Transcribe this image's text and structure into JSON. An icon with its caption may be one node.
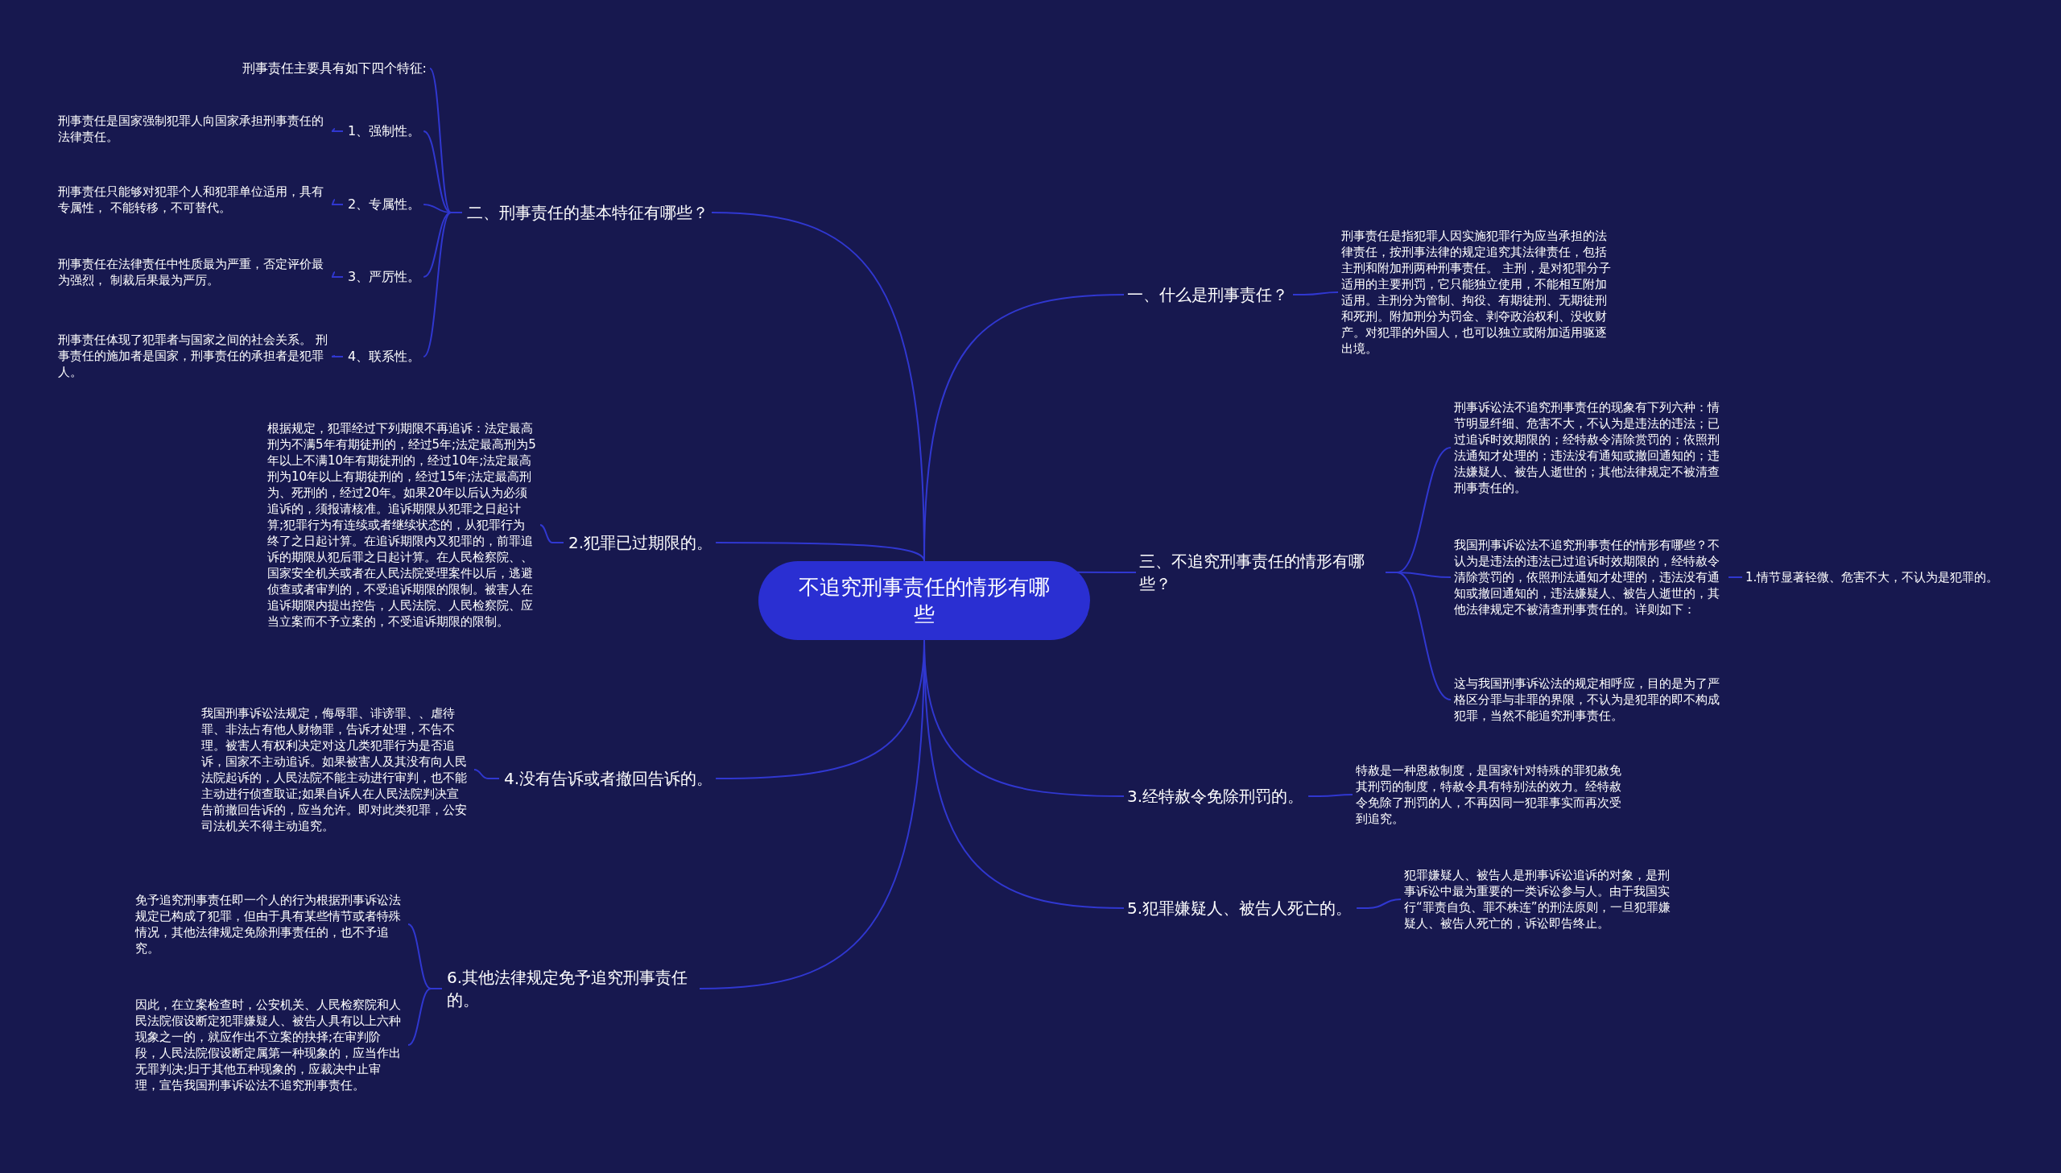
{
  "diagram": {
    "nodes": [
      {
        "text": [
          "不追究刑事责任的情形有哪些"
        ]
      },
      {
        "text": [
          "二、刑事责任的基本特征有哪些？"
        ]
      },
      {
        "text": [
          "刑事责任主要具有如下四个特征:"
        ]
      },
      {
        "text": [
          "1、强制性。"
        ]
      },
      {
        "text": [
          "刑事责任是国家强制犯罪人向国家承担刑事责任的法律责任。"
        ]
      },
      {
        "text": [
          "2、专属性。"
        ]
      },
      {
        "text": [
          "刑事责任只能够对犯罪个人和犯罪单位适用，具有专属性， 不能转移，不可替代。"
        ]
      },
      {
        "text": [
          "3、严厉性。"
        ]
      },
      {
        "text": [
          "刑事责任在法律责任中性质最为严重，否定评价最为强烈， 制裁后果最为严厉。"
        ]
      },
      {
        "text": [
          "4、联系性。"
        ]
      },
      {
        "text": [
          "刑事责任体现了犯罪者与国家之间的社会关系。 刑事责任的施加者是国家，刑事责任的承担者是犯罪人。"
        ]
      },
      {
        "text": [
          "一、什么是刑事责任？"
        ]
      },
      {
        "text": [
          "刑事责任是指犯罪人因实施犯罪行为应当承担的法律责任，按刑事法律的规定追究其法律责任，包括主刑和附加刑两种刑事责任。 主刑，是对犯罪分子适用的主要刑罚，它只能独立使用，不能相互附加适用。主刑分为管制、拘役、有期徒刑、无期徒刑和死刑。附加刑分为罚金、剥夺政治权利、没收财产。对犯罪的外国人，也可以独立或附加适用驱逐出境。"
        ]
      },
      {
        "text": [
          "三、不追究刑事责任的情形有哪些？"
        ]
      },
      {
        "text": [
          "刑事诉讼法不追究刑事责任的现象有下列六种：情节明显纤细、危害不大，不认为是违法的违法；已过追诉时效期限的；经特赦令清除赏罚的；依照刑法通知才处理的；违法没有通知或撤回通知的；违法嫌疑人、被告人逝世的；其他法律规定不被清查刑事责任的。"
        ]
      },
      {
        "text": [
          "我国刑事诉讼法不追究刑事责任的情形有哪些？不认为是违法的违法已过追诉时效期限的，经特赦令清除赏罚的，依照刑法通知才处理的，违法没有通知或撤回通知的，违法嫌疑人、被告人逝世的，其他法律规定不被清查刑事责任的。详则如下："
        ]
      },
      {
        "text": [
          "1.情节显著轻微、危害不大，不认为是犯罪的。"
        ]
      },
      {
        "text": [
          "这与我国刑事诉讼法的规定相呼应，目的是为了严格区分罪与非罪的界限，不认为是犯罪的即不构成犯罪，当然不能追究刑事责任。"
        ]
      },
      {
        "text": [
          "2.犯罪已过期限的。"
        ]
      },
      {
        "text": [
          "根据规定，犯罪经过下列期限不再追诉：法定最高刑为不满5年有期徒刑的，经过5年;法定最高刑为5年以上不满10年有期徒刑的，经过10年;法定最高刑为10年以上有期徒刑的，经过15年;法定最高刑为、死刑的，经过20年。如果20年以后认为必须追诉的，须报请核准。追诉期限从犯罪之日起计算;犯罪行为有连续或者继续状态的，从犯罪行为终了之日起计算。在追诉期限内又犯罪的，前罪追诉的期限从犯后罪之日起计算。在人民检察院、、国家安全机关或者在人民法院受理案件以后，逃避侦查或者审判的，不受追诉期限的限制。被害人在追诉期限内提出控告，人民法院、人民检察院、应当立案而不予立案的，不受追诉期限的限制。"
        ]
      },
      {
        "text": [
          "4.没有告诉或者撤回告诉的。"
        ]
      },
      {
        "text": [
          "我国刑事诉讼法规定，侮辱罪、诽谤罪、、虐待罪、非法占有他人财物罪，告诉才处理，不告不理。被害人有权利决定对这几类犯罪行为是否追诉，国家不主动追诉。如果被害人及其没有向人民法院起诉的，人民法院不能主动进行审判，也不能主动进行侦查取证;如果自诉人在人民法院判决宣告前撤回告诉的，应当允许。即对此类犯罪，公安司法机关不得主动追究。"
        ]
      },
      {
        "text": [
          "3.经特赦令免除刑罚的。"
        ]
      },
      {
        "text": [
          "特赦是一种恩赦制度，是国家针对特殊的罪犯赦免其刑罚的制度，特赦令具有特别法的效力。经特赦令免除了刑罚的人，不再因同一犯罪事实而再次受到追究。"
        ]
      },
      {
        "text": [
          "5.犯罪嫌疑人、被告人死亡的。"
        ]
      },
      {
        "text": [
          "犯罪嫌疑人、被告人是刑事诉讼追诉的对象，是刑事诉讼中最为重要的一类诉讼参与人。由于我国实行“罪责自负、罪不株连”的刑法原则，一旦犯罪嫌疑人、被告人死亡的，诉讼即告终止。"
        ]
      },
      {
        "text": [
          "6.其他法律规定免予追究刑事责任的。"
        ]
      },
      {
        "text": [
          "免予追究刑事责任即一个人的行为根据刑事诉讼法规定已构成了犯罪，但由于具有某些情节或者特殊情况，其他法律规定免除刑事责任的，也不予追究。"
        ]
      },
      {
        "text": [
          "因此，在立案检查时，公安机关、人民检察院和人民法院假设断定犯罪嫌疑人、被告人具有以上六种现象之一的，就应作出不立案的抉择;在审判阶段，人民法院假设断定属第一种现象的，应当作出无罪判决;归于其他五种现象的，应裁决中止审理，宣告我国刑事诉讼法不追究刑事责任。"
        ]
      }
    ],
    "edges": [
      {
        "from": 0,
        "to": 1,
        "arrow": "none"
      },
      {
        "from": 0,
        "to": 11,
        "arrow": "none"
      },
      {
        "from": 0,
        "to": 13,
        "arrow": "none"
      },
      {
        "from": 0,
        "to": 18,
        "arrow": "none"
      },
      {
        "from": 0,
        "to": 20,
        "arrow": "none"
      },
      {
        "from": 0,
        "to": 22,
        "arrow": "none"
      },
      {
        "from": 0,
        "to": 24,
        "arrow": "none"
      },
      {
        "from": 0,
        "to": 26,
        "arrow": "none"
      },
      {
        "from": 1,
        "to": 2,
        "arrow": "none"
      },
      {
        "from": 1,
        "to": 3,
        "arrow": "none"
      },
      {
        "from": 1,
        "to": 5,
        "arrow": "none"
      },
      {
        "from": 1,
        "to": 7,
        "arrow": "none"
      },
      {
        "from": 1,
        "to": 9,
        "arrow": "none"
      },
      {
        "from": 3,
        "to": 4,
        "arrow": "none"
      },
      {
        "from": 5,
        "to": 6,
        "arrow": "none"
      },
      {
        "from": 7,
        "to": 8,
        "arrow": "none"
      },
      {
        "from": 9,
        "to": 10,
        "arrow": "none"
      },
      {
        "from": 11,
        "to": 12,
        "arrow": "none"
      },
      {
        "from": 13,
        "to": 14,
        "arrow": "none"
      },
      {
        "from": 13,
        "to": 15,
        "arrow": "none"
      },
      {
        "from": 13,
        "to": 17,
        "arrow": "none"
      },
      {
        "from": 15,
        "to": 16,
        "arrow": "none"
      },
      {
        "from": 18,
        "to": 19,
        "arrow": "none"
      },
      {
        "from": 20,
        "to": 21,
        "arrow": "none"
      },
      {
        "from": 22,
        "to": 23,
        "arrow": "none"
      },
      {
        "from": 24,
        "to": 25,
        "arrow": "none"
      },
      {
        "from": 26,
        "to": 27,
        "arrow": "none"
      },
      {
        "from": 26,
        "to": 28,
        "arrow": "none"
      }
    ]
  }
}
